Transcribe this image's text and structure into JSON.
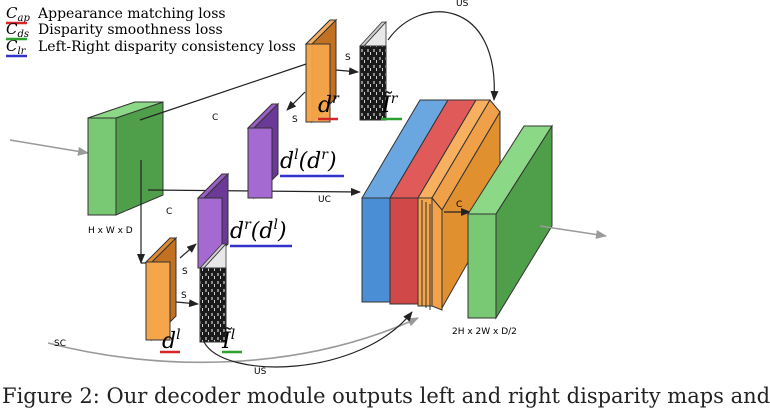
{
  "legend": [
    {
      "symbol": "C",
      "sub": "ap",
      "text": "Appearance matching loss",
      "color": "#d62728"
    },
    {
      "symbol": "C",
      "sub": "ds",
      "text": "Disparity smoothness loss",
      "color": "#2ca02c"
    },
    {
      "symbol": "C",
      "sub": "lr",
      "text": "Left-Right disparity consistency loss",
      "color": "#3333cc"
    }
  ],
  "labels": {
    "input_dims": "H x W x D",
    "output_dims": "2H x 2W x D/2",
    "c": "C",
    "s": "S",
    "uc": "UC",
    "us": "US",
    "sc": "SC",
    "dr": "d",
    "dr_sup": "r",
    "dl": "d",
    "dl_sup": "l",
    "ir": "Ĩ",
    "ir_sup": "r",
    "il": "Ĩ",
    "il_sup": "l",
    "dl_dr": "d",
    "dl_dr_sup": "l",
    "dl_dr_paren": "(d",
    "dl_dr_paren_sup": "r",
    "dl_dr_close": ")",
    "dr_dl": "d",
    "dr_dl_sup": "r",
    "dr_dl_paren": "(d",
    "dr_dl_paren_sup": "l",
    "dr_dl_close": ")"
  },
  "caption": "Figure 2: Our decoder module outputs left and right disparity maps and"
}
